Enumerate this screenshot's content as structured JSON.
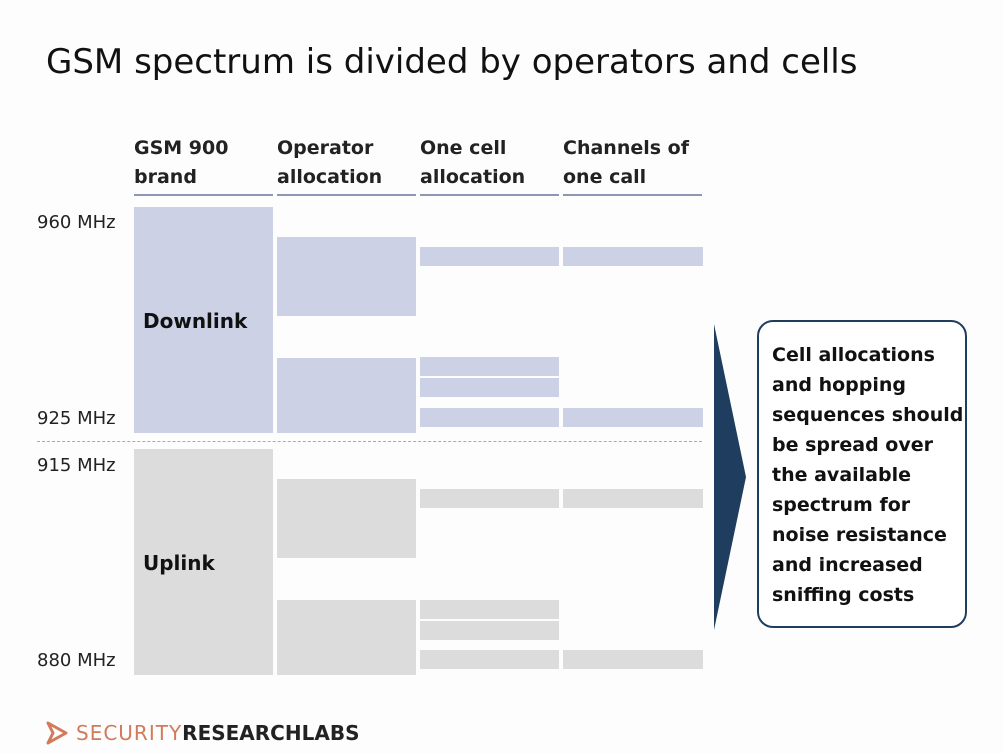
{
  "title": "GSM spectrum is divided by operators and cells",
  "columns": [
    [
      "GSM 900",
      "brand"
    ],
    [
      "Operator",
      "allocation"
    ],
    [
      "One cell",
      "allocation"
    ],
    [
      "Channels of",
      "one call"
    ]
  ],
  "frequency_labels": [
    "960 MHz",
    "925 MHz",
    "915 MHz",
    "880 MHz"
  ],
  "bands": {
    "downlink": "Downlink",
    "uplink": "Uplink"
  },
  "colors": {
    "downlink": "#cdd1e6",
    "uplink": "#dcdcdc",
    "arrow": "#1f3d5f",
    "logo_accent": "#d27a5a"
  },
  "callout": [
    "Cell allocations",
    "and hopping",
    "sequences should",
    "be spread over",
    "the available",
    "spectrum for",
    "noise resistance",
    "and increased",
    "sniffing costs"
  ],
  "logo": {
    "part1": "SECURITY",
    "part2": "RESEARCHLABS",
    "icon": "chevron-logo-icon"
  }
}
